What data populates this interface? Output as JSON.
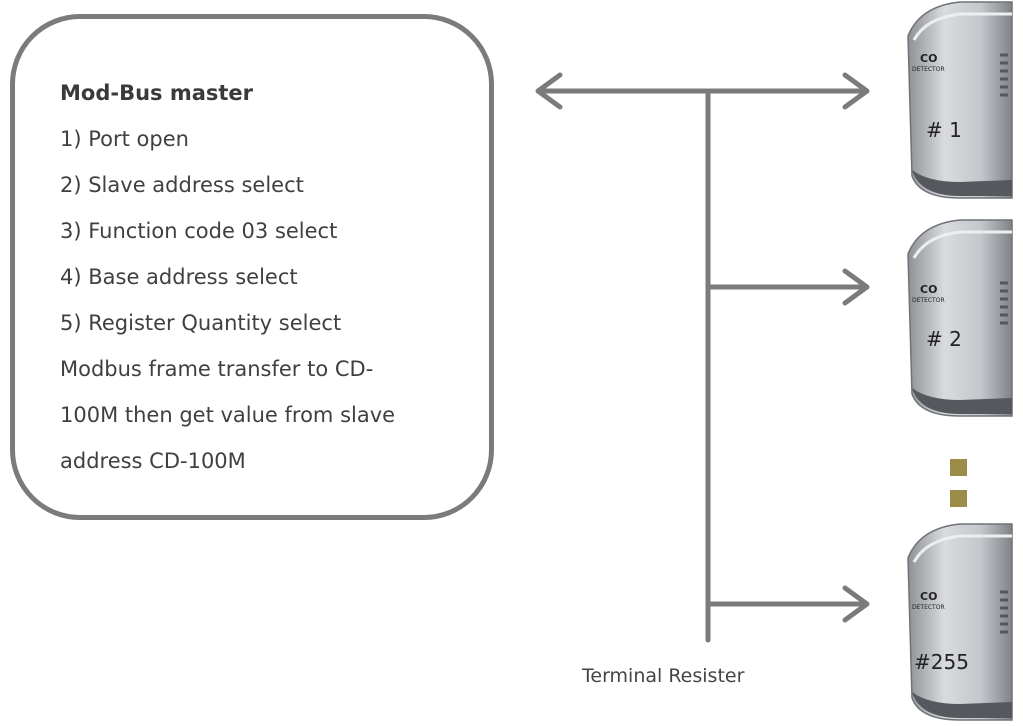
{
  "master": {
    "title": "Mod-Bus master",
    "lines": [
      "1) Port open",
      "2) Slave address select",
      "3) Function code 03 select",
      "4) Base address select",
      "5) Register Quantity select",
      "Modbus frame transfer to CD-",
      "100M then get value from slave",
      "address CD-100M"
    ]
  },
  "devices": [
    {
      "label": "# 1",
      "brand": "CO",
      "sub": "DETECTOR"
    },
    {
      "label": "# 2",
      "brand": "CO",
      "sub": "DETECTOR"
    },
    {
      "label": "#255",
      "brand": "CO",
      "sub": "DETECTOR"
    }
  ],
  "bus": {
    "terminal_label": "Terminal Resister"
  },
  "colors": {
    "line": "#7b7b7b",
    "dots": "#9b8c4a",
    "device_body": "#b9bcc0"
  }
}
